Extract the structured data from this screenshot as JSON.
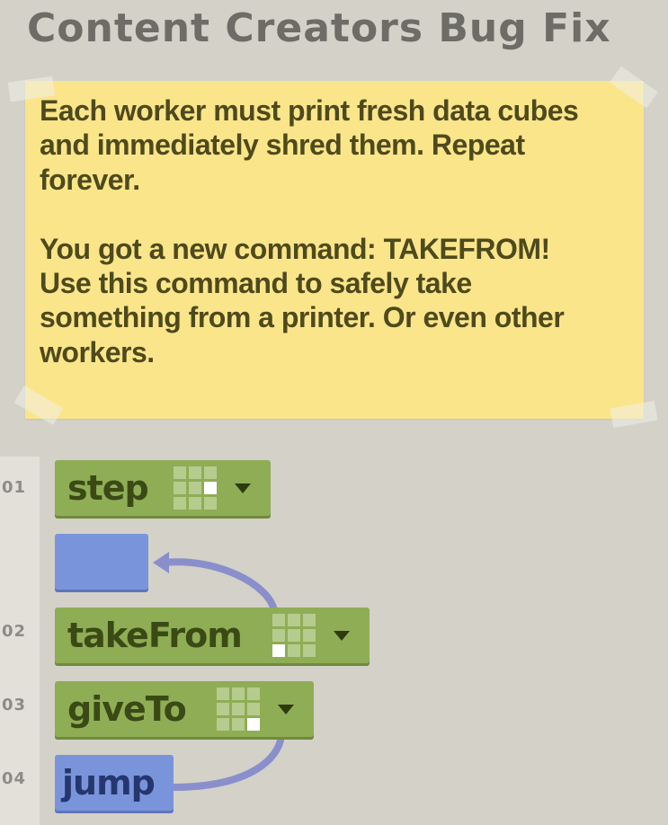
{
  "title": "Content Creators Bug Fix",
  "note": {
    "text": "Each worker must print fresh data cubes\nand immediately shred them. Repeat\nforever.\n\nYou got a new command: TAKEFROM!\nUse this command to safely take\nsomething from a printer. Or even other\nworkers."
  },
  "program": {
    "lines": [
      {
        "number": "01",
        "command": "step",
        "selected_cell": 5
      },
      {
        "number": "02",
        "command": "takeFrom",
        "selected_cell": 6
      },
      {
        "number": "03",
        "command": "giveTo",
        "selected_cell": 8
      },
      {
        "number": "04",
        "command": "jump"
      }
    ]
  },
  "colors": {
    "command_block": "#8fad55",
    "jump_block": "#7a94dc",
    "arrow": "#8a8fcc",
    "note": "#fbe58a"
  }
}
